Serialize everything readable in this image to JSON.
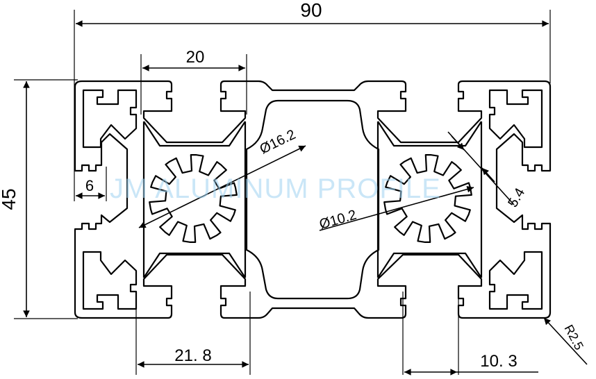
{
  "drawing": {
    "watermark": "JM ALUMINUM PROFILE",
    "dimensions": {
      "width": "90",
      "height": "45",
      "slot_pitch": "20",
      "slot_width": "6",
      "bottom_pitch": "21. 8",
      "bottom_offset": "10. 3",
      "outer_bore": "Ø16.2",
      "inner_bore": "Ø10.2",
      "wall": "5.4",
      "corner_radius": "R2.5"
    }
  }
}
